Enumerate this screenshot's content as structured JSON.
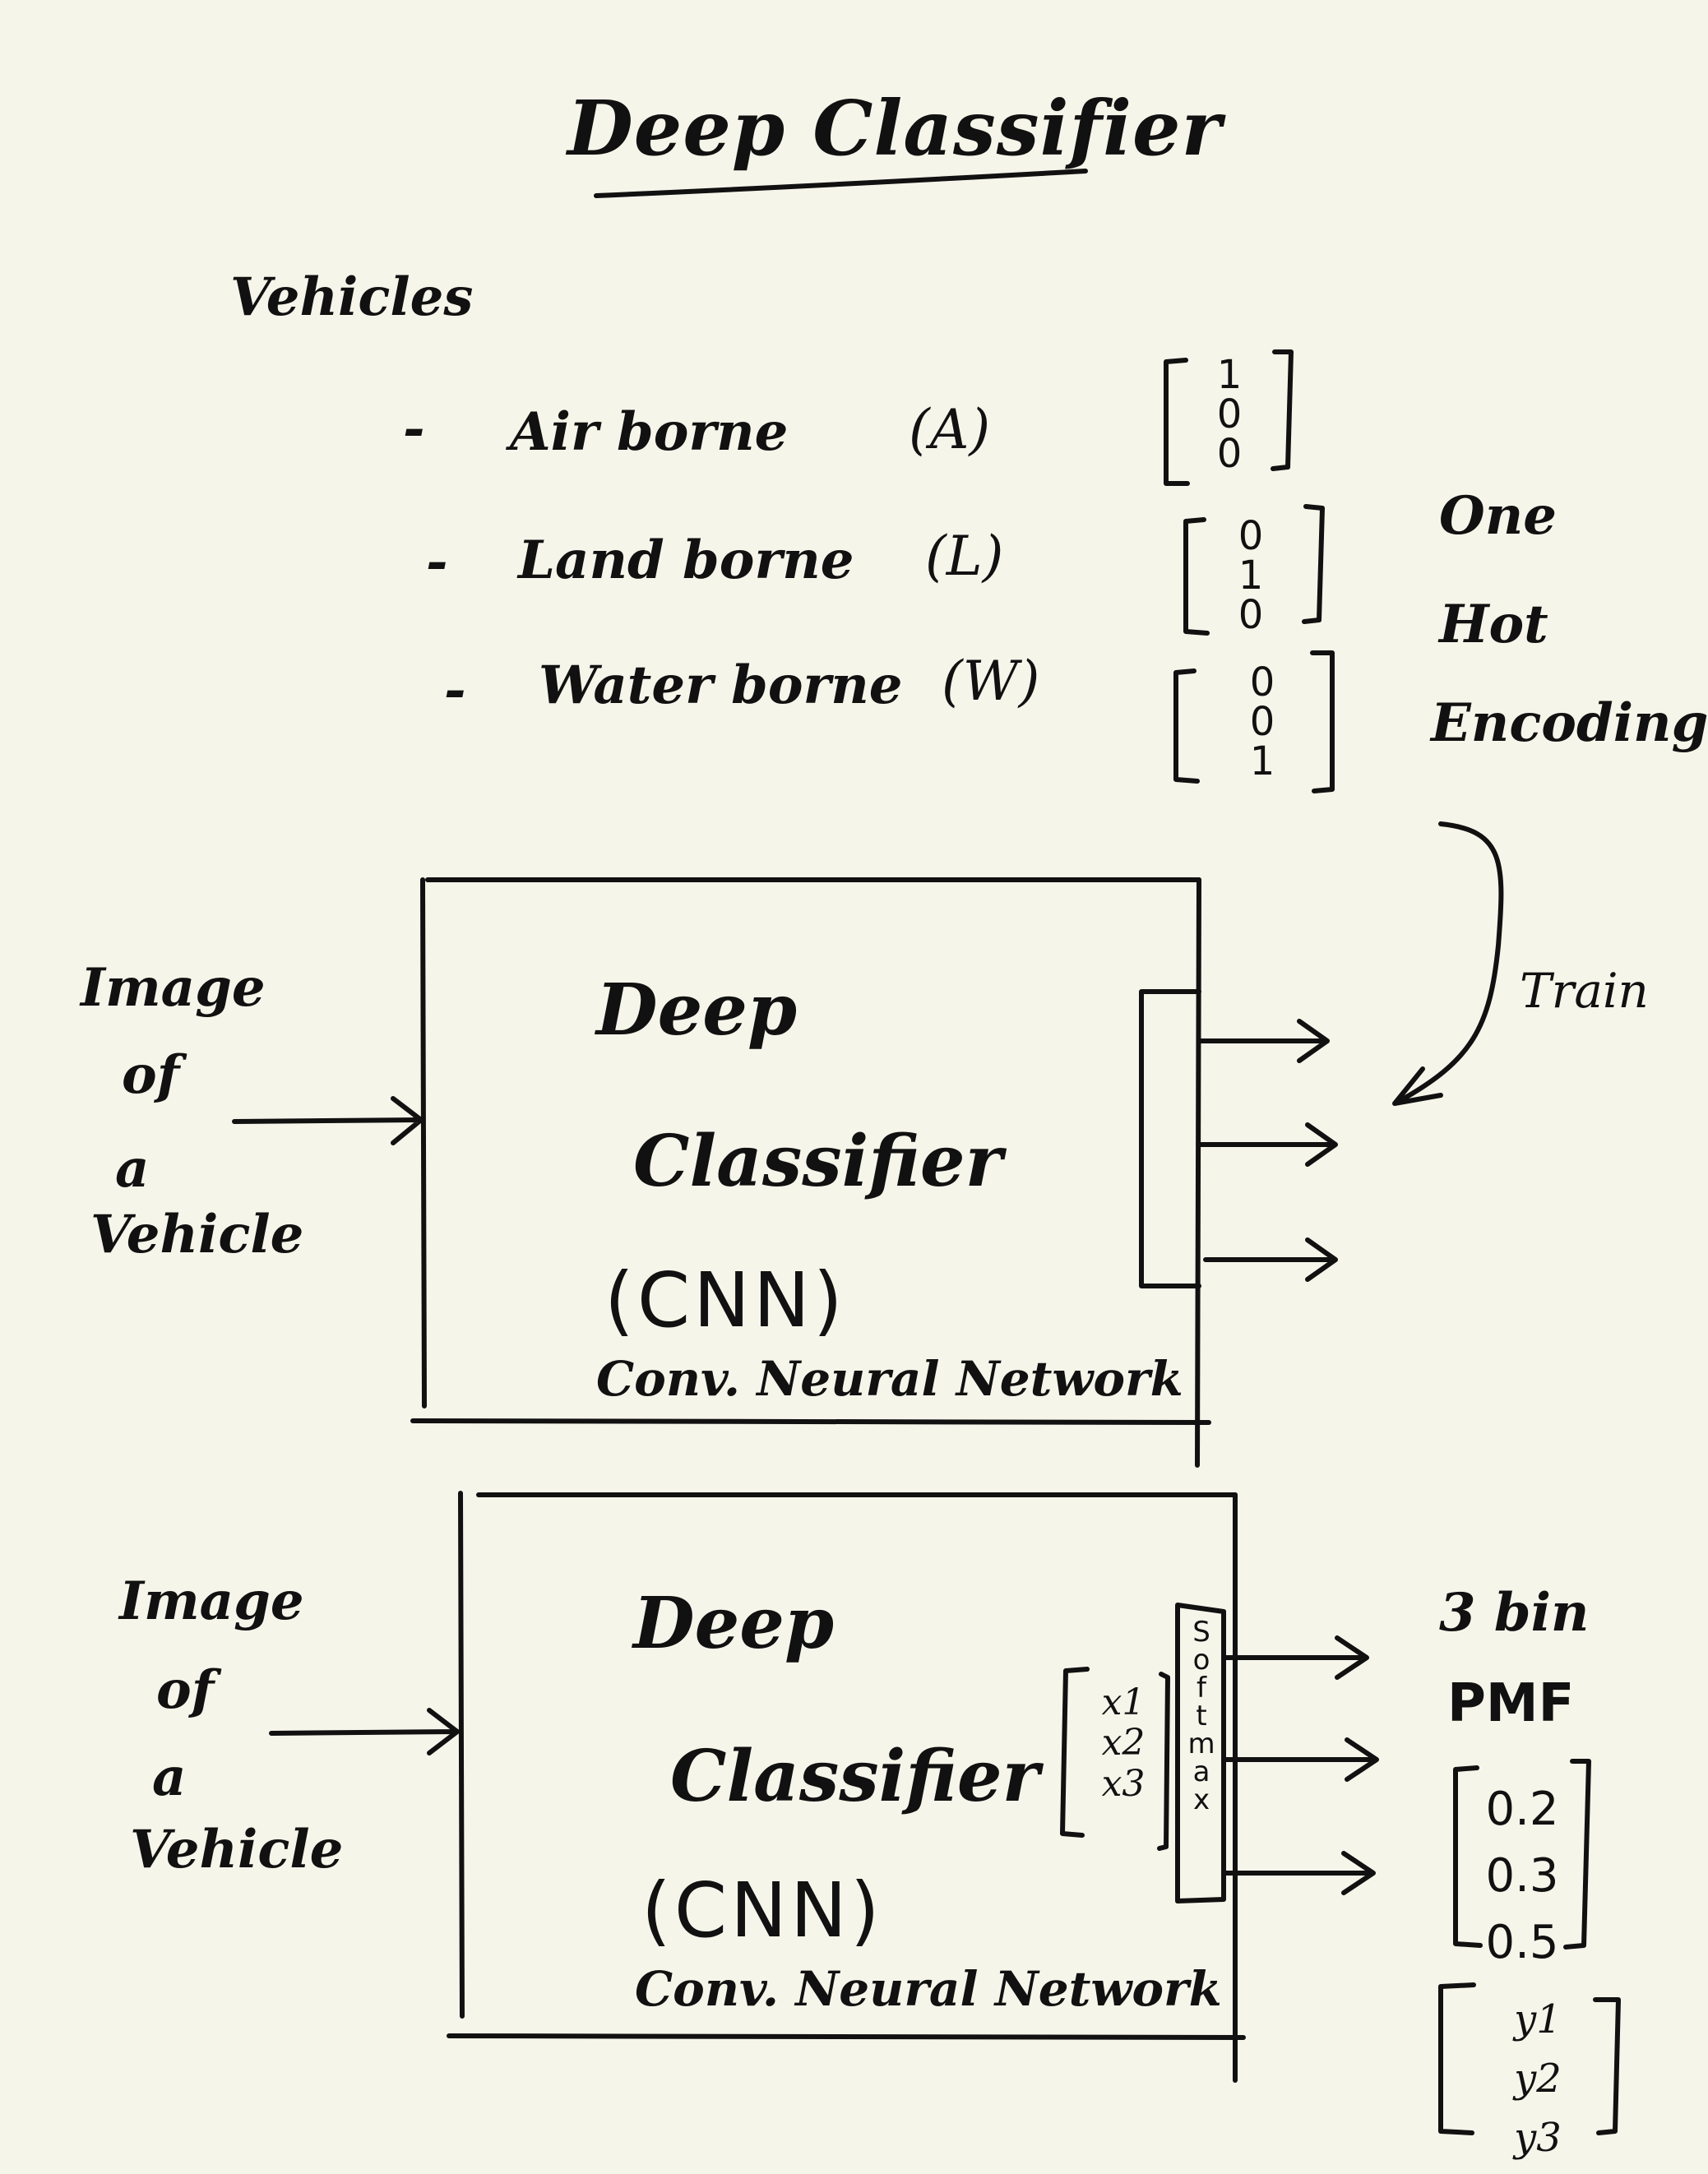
{
  "title": "Deep Classifier",
  "vehicles_heading": "Vehicles",
  "classes": [
    {
      "dash": "-",
      "name": "Air borne",
      "code": "(A)",
      "vector": [
        "1",
        "0",
        "0"
      ]
    },
    {
      "dash": "-",
      "name": "Land borne",
      "code": "(L)",
      "vector": [
        "0",
        "1",
        "0"
      ]
    },
    {
      "dash": "-",
      "name": "Water borne",
      "code": "(W)",
      "vector": [
        "0",
        "0",
        "1"
      ]
    }
  ],
  "encoding_label": [
    "One",
    "Hot",
    "Encoding"
  ],
  "train_label": "Train",
  "diagram_top": {
    "input_label": [
      "Image",
      "of",
      "a",
      "Vehicle"
    ],
    "box_title": [
      "Deep",
      "Classifier"
    ],
    "box_model": "(CNN)",
    "box_subtitle": "Conv. Neural Network"
  },
  "diagram_bottom": {
    "input_label": [
      "Image",
      "of",
      "a",
      "Vehicle"
    ],
    "box_title": [
      "Deep",
      "Classifier"
    ],
    "box_model": "(CNN)",
    "box_subtitle": "Conv. Neural Network",
    "logits": [
      "x1",
      "x2",
      "x3"
    ],
    "softmax_letters": [
      "S",
      "o",
      "f",
      "t",
      "m",
      "a",
      "x"
    ],
    "pmf_label": [
      "3 bin",
      "PMF"
    ],
    "pmf_values": [
      "0.2",
      "0.3",
      "0.5"
    ],
    "outputs": [
      "y1",
      "y2",
      "y3"
    ]
  }
}
